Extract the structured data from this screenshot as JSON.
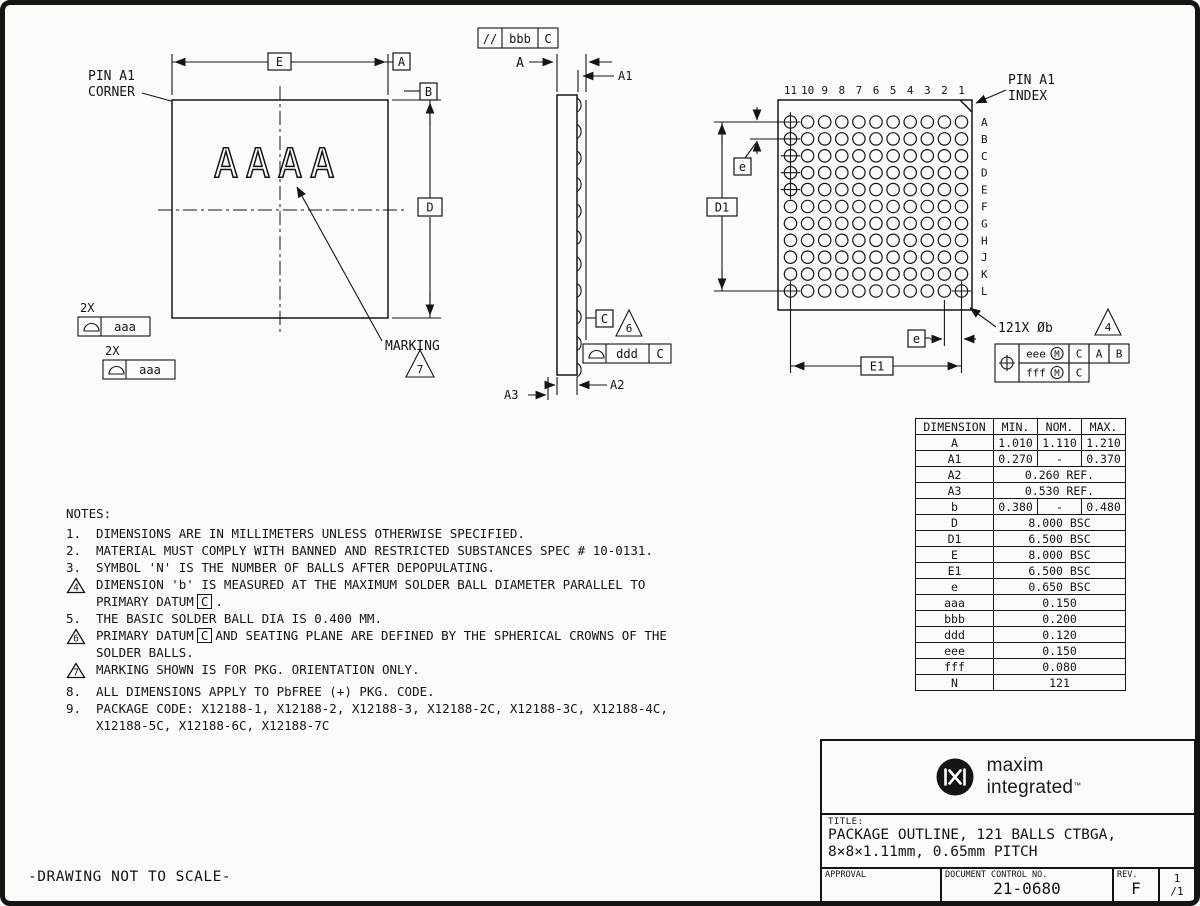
{
  "page": {
    "footer_note": "-DRAWING NOT TO SCALE-"
  },
  "top_view": {
    "pin_label_1": "PIN A1",
    "pin_label_2": "CORNER",
    "dim_e": "E",
    "datum_a": "A",
    "datum_b": "B",
    "dim_d": "D",
    "marking_text": "AAAA",
    "marking_label": "MARKING",
    "note_flag": "7",
    "qty_label": "2X",
    "tol_aaa": "aaa"
  },
  "side_view": {
    "par_symbol": "//",
    "tol_bbb": "bbb",
    "tol_ddd": "ddd",
    "datum_c": "C",
    "dim_a": "A",
    "dim_a1": "A1",
    "dim_a2": "A2",
    "dim_a3": "A3",
    "note_flag": "6"
  },
  "bottom_view": {
    "pin_label_1": "PIN A1",
    "pin_label_2": "INDEX",
    "col_numbers": [
      "11",
      "10",
      "9",
      "8",
      "7",
      "6",
      "5",
      "4",
      "3",
      "2",
      "1"
    ],
    "row_letters": [
      "A",
      "B",
      "C",
      "D",
      "E",
      "F",
      "G",
      "H",
      "J",
      "K",
      "L"
    ],
    "dim_e": "e",
    "dim_d1": "D1",
    "dim_e1": "E1",
    "ball_callout": "121X Øb",
    "note_flag": "4",
    "pos_tol": "eee",
    "pos_tol2": "fff",
    "pos_mod": "M",
    "pos_datums": [
      "C",
      "A",
      "B"
    ],
    "pos_datum2": "C"
  },
  "notes": {
    "heading": "NOTES:",
    "items": [
      {
        "num": "1.",
        "text": "DIMENSIONS ARE IN MILLIMETERS UNLESS OTHERWISE SPECIFIED."
      },
      {
        "num": "2.",
        "text": "MATERIAL MUST COMPLY WITH BANNED AND RESTRICTED SUBSTANCES SPEC # 10-0131."
      },
      {
        "num": "3.",
        "text": "SYMBOL 'N' IS THE NUMBER OF BALLS AFTER DEPOPULATING."
      },
      {
        "num": "4",
        "text_a": "DIMENSION 'b' IS MEASURED AT THE MAXIMUM SOLDER BALL DIAMETER PARALLEL TO PRIMARY DATUM",
        "datum": "C",
        "text_b": "."
      },
      {
        "num": "5.",
        "text": "THE BASIC SOLDER BALL DIA IS 0.400 MM."
      },
      {
        "num": "6",
        "text_a": "PRIMARY DATUM",
        "datum": "C",
        "text_b": "AND SEATING PLANE ARE DEFINED BY THE SPHERICAL CROWNS OF THE SOLDER BALLS."
      },
      {
        "num": "7",
        "text": "MARKING SHOWN IS FOR PKG. ORIENTATION ONLY."
      },
      {
        "num": "8.",
        "text": "ALL DIMENSIONS APPLY TO PbFREE (+) PKG. CODE."
      },
      {
        "num": "9.",
        "text": "PACKAGE CODE: X12188-1, X12188-2, X12188-3, X12188-2C, X12188-3C, X12188-4C, X12188-5C, X12188-6C, X12188-7C"
      }
    ]
  },
  "dim_table": {
    "header": {
      "name": "DIMENSION",
      "min": "MIN.",
      "nom": "NOM.",
      "max": "MAX."
    },
    "rows": [
      {
        "name": "A",
        "min": "1.010",
        "nom": "1.110",
        "max": "1.210"
      },
      {
        "name": "A1",
        "min": "0.270",
        "nom": "-",
        "max": "0.370"
      },
      {
        "name": "A2",
        "value": "0.260 REF."
      },
      {
        "name": "A3",
        "value": "0.530 REF."
      },
      {
        "name": "b",
        "min": "0.380",
        "nom": "-",
        "max": "0.480"
      },
      {
        "name": "D",
        "value": "8.000 BSC"
      },
      {
        "name": "D1",
        "value": "6.500 BSC"
      },
      {
        "name": "E",
        "value": "8.000 BSC"
      },
      {
        "name": "E1",
        "value": "6.500 BSC"
      },
      {
        "name": "e",
        "value": "0.650 BSC"
      },
      {
        "name": "aaa",
        "value": "0.150"
      },
      {
        "name": "bbb",
        "value": "0.200"
      },
      {
        "name": "ddd",
        "value": "0.120"
      },
      {
        "name": "eee",
        "value": "0.150"
      },
      {
        "name": "fff",
        "value": "0.080"
      },
      {
        "name": "N",
        "value": "121"
      }
    ]
  },
  "title_block": {
    "brand_1": "maxim",
    "brand_2": "integrated",
    "brand_tm": "™",
    "title_label": "TITLE:",
    "title_line1": "PACKAGE OUTLINE, 121 BALLS CTBGA,",
    "title_line2": "8×8×1.11mm, 0.65mm PITCH",
    "approval_label": "APPROVAL",
    "doc_label": "DOCUMENT CONTROL NO.",
    "doc_number": "21-0680",
    "rev_label": "REV.",
    "rev_value": "F",
    "sheet_top": "1",
    "sheet_bottom": "/1"
  }
}
